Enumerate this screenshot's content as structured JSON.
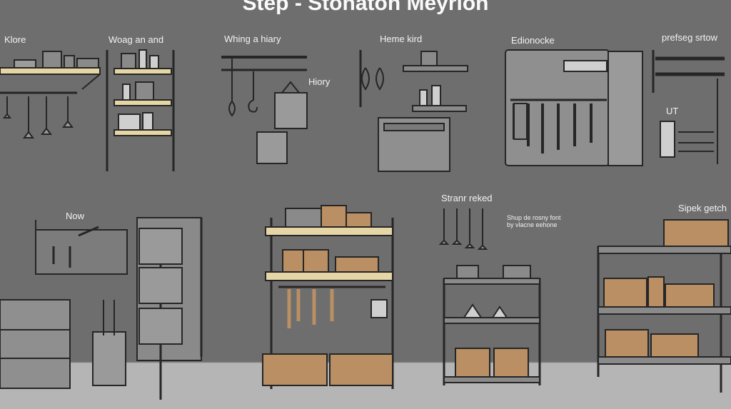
{
  "title": "Step - Stonaton Meyrion",
  "labels": {
    "l1": "Klore",
    "l2": "Woag an and",
    "l3": "Whing a hiary",
    "l4": "Hiory",
    "l5": "Heme kird",
    "l6": "Edionocke",
    "l7": "prefseg srtow",
    "l8": "UT",
    "l9": "Now",
    "l10": "Stranr reked",
    "l11": "Shup de rosny font by vlacne eehone",
    "l12": "Sipek getch"
  },
  "colors": {
    "background": "#6e6e6e",
    "floor": "#b3b3b3",
    "shelf_wood": "#e6d6a6",
    "box": "#b98f63",
    "outline": "#262626",
    "metal": "#8a8a8a"
  }
}
